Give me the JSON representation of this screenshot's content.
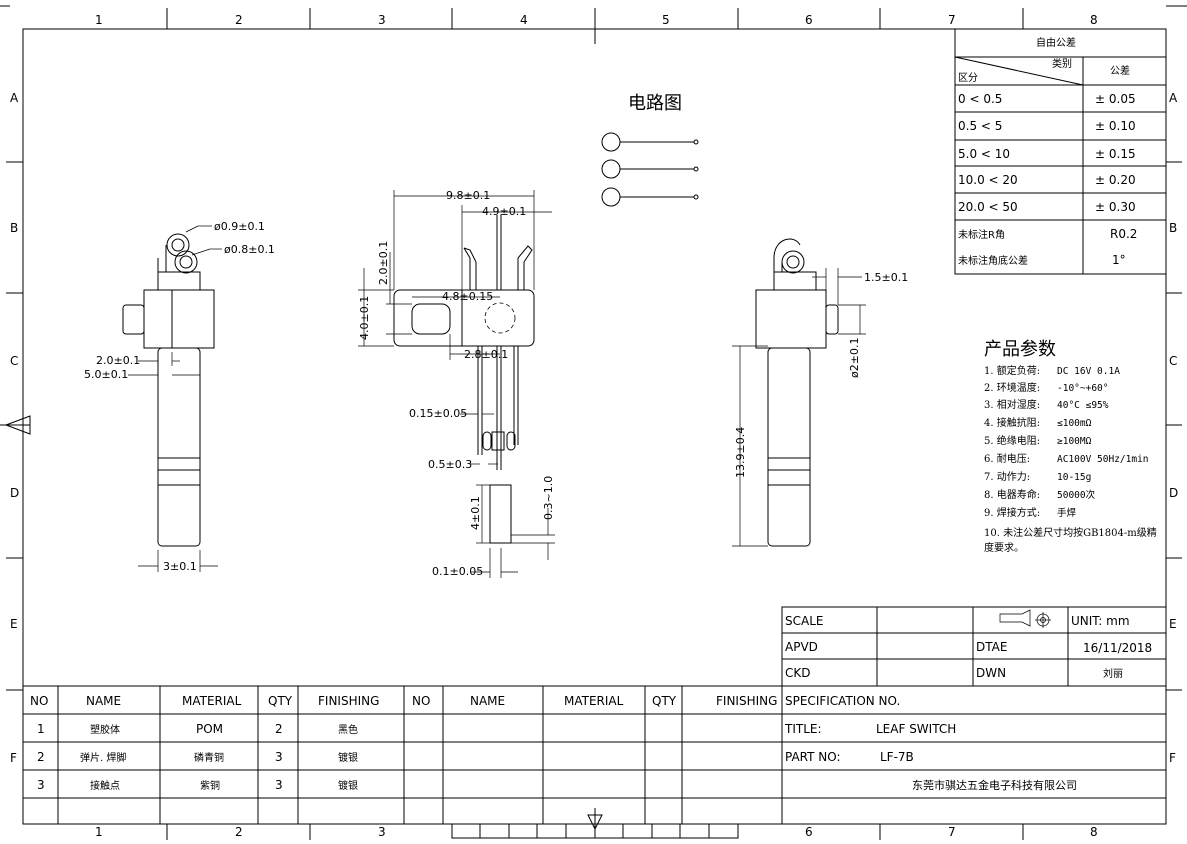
{
  "border": {
    "columns": [
      "1",
      "2",
      "3",
      "4",
      "5",
      "6",
      "7",
      "8"
    ],
    "rows": [
      "A",
      "B",
      "C",
      "D",
      "E",
      "F"
    ]
  },
  "circuit": {
    "title": "电路图"
  },
  "dimensions": {
    "hole_outer": "ø0.9±0.1",
    "hole_inner": "ø0.8±0.1",
    "left_2": "2.0±0.1",
    "left_5": "5.0±0.1",
    "width_3": "3±0.1",
    "w98": "9.8±0.1",
    "w49": "4.9±0.1",
    "h20": "2.0±0.1",
    "h40": "4.0±0.1",
    "w48": "4.8±0.15",
    "w28": "2.8±0.1",
    "t015": "0.15±0.05",
    "t05": "0.5±0.3",
    "h4": "4±0.1",
    "r03": "0.3~1.0",
    "t01": "0.1±0.05",
    "r15": "1.5±0.1",
    "d2": "ø2±0.1",
    "h139": "13.9±0.4"
  },
  "tolerance": {
    "title": "自由公差",
    "col_category": "类别",
    "col_division": "区分",
    "col_tol": "公差",
    "rows": [
      {
        "range": "0    < 0.5",
        "tol": "± 0.05"
      },
      {
        "range": "0.5   < 5",
        "tol": "± 0.10"
      },
      {
        "range": "5.0   < 10",
        "tol": "± 0.15"
      },
      {
        "range": "10.0  < 20",
        "tol": "± 0.20"
      },
      {
        "range": "20.0  < 50",
        "tol": "± 0.30"
      }
    ],
    "r_label": "未标注R角",
    "r_value": "R0.2",
    "angle_label": "未标注角底公差",
    "angle_value": "1°"
  },
  "params": {
    "title": "产品参数",
    "items": [
      {
        "k": "1. 额定负荷:",
        "v": "DC 16V 0.1A"
      },
      {
        "k": "2. 环境温度:",
        "v": "-10°~+60°"
      },
      {
        "k": "3. 相对湿度:",
        "v": "40°C  ≤95%"
      },
      {
        "k": "4. 接触抗阻:",
        "v": "≤100mΩ"
      },
      {
        "k": "5. 绝缘电阻:",
        "v": "≥100MΩ"
      },
      {
        "k": "6. 耐电压:",
        "v": "AC100V 50Hz/1min"
      },
      {
        "k": "7. 动作力:",
        "v": "10-15g"
      },
      {
        "k": "8. 电器寿命:",
        "v": "50000次"
      },
      {
        "k": "9. 焊接方式:",
        "v": "手焊"
      }
    ],
    "note1": "10. 未注公差尺寸均按GB1804-m级精",
    "note2": "度要求。"
  },
  "titleblock": {
    "scale_label": "SCALE",
    "unit": "UNIT: mm",
    "apvd_label": "APVD",
    "date_label": "DTAE",
    "date": "16/11/2018",
    "ckd_label": "CKD",
    "dwn_label": "DWN",
    "dwn_value": "刘丽",
    "spec_label": "SPECIFICATION NO.",
    "title_label": "TITLE:",
    "title_value": "LEAF SWITCH",
    "part_label": "PART NO:",
    "part_value": "LF-7B",
    "company": "东莞市骐达五金电子科技有限公司"
  },
  "bom": {
    "headers": [
      "NO",
      "NAME",
      "MATERIAL",
      "QTY",
      "FINISHING",
      "NO",
      "NAME",
      "MATERIAL",
      "QTY",
      "FINISHING"
    ],
    "rows": [
      {
        "no": "1",
        "name": "塑胶体",
        "material": "POM",
        "qty": "2",
        "finishing": "黑色"
      },
      {
        "no": "2",
        "name": "弹片. 焊脚",
        "material": "磷青铜",
        "qty": "3",
        "finishing": "镀银"
      },
      {
        "no": "3",
        "name": "接触点",
        "material": "紫铜",
        "qty": "3",
        "finishing": "镀银"
      }
    ]
  }
}
